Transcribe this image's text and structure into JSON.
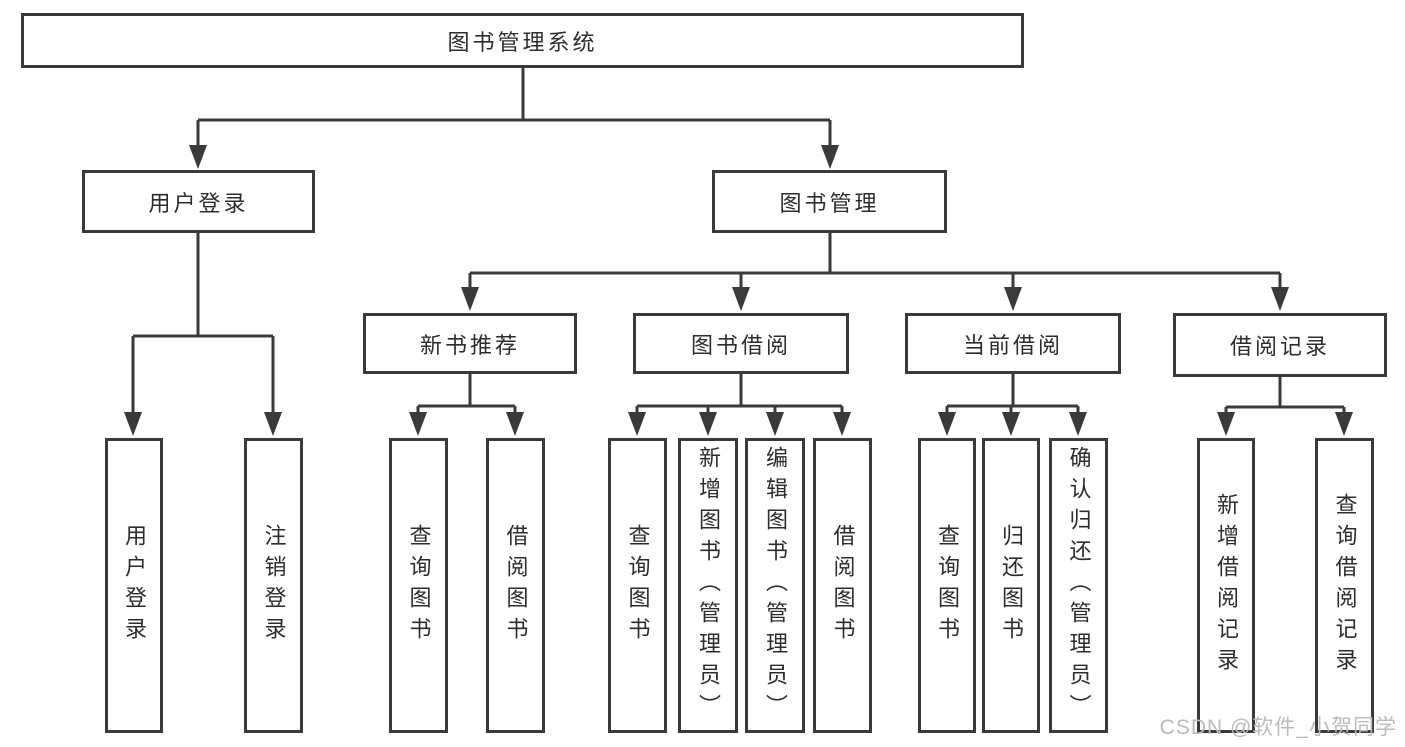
{
  "tree": {
    "root": {
      "label": "图书管理系统",
      "children": [
        {
          "label": "用户登录",
          "children": [
            {
              "label": "用户登录"
            },
            {
              "label": "注销登录"
            }
          ]
        },
        {
          "label": "图书管理",
          "children": [
            {
              "label": "新书推荐",
              "children": [
                {
                  "label": "查询图书"
                },
                {
                  "label": "借阅图书"
                }
              ]
            },
            {
              "label": "图书借阅",
              "children": [
                {
                  "label": "查询图书"
                },
                {
                  "label": "新增图书（管理员）"
                },
                {
                  "label": "编辑图书（管理员）"
                },
                {
                  "label": "借阅图书"
                }
              ]
            },
            {
              "label": "当前借阅",
              "children": [
                {
                  "label": "查询图书"
                },
                {
                  "label": "归还图书"
                },
                {
                  "label": "确认归还（管理员）"
                }
              ]
            },
            {
              "label": "借阅记录",
              "children": [
                {
                  "label": "新增借阅记录"
                },
                {
                  "label": "查询借阅记录"
                }
              ]
            }
          ]
        }
      ]
    }
  },
  "watermark": {
    "text": "CSDN @软件_小贺同学"
  },
  "colors": {
    "line": "#3a3a3a",
    "text": "#2d2d2d",
    "watermark": "#b8bbbf",
    "background": "#ffffff"
  }
}
